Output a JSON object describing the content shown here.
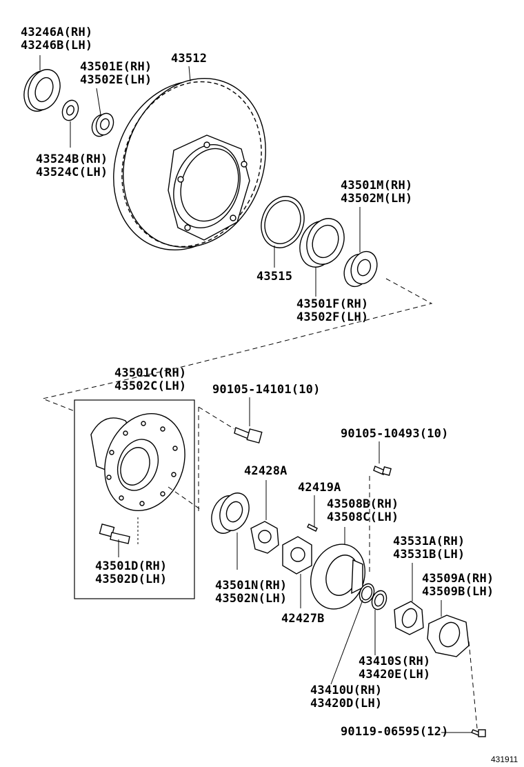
{
  "labels": {
    "p43246": [
      "43246A(RH)",
      "43246B(LH)"
    ],
    "p43501E": [
      "43501E(RH)",
      "43502E(LH)"
    ],
    "p43512": "43512",
    "p43524": [
      "43524B(RH)",
      "43524C(LH)"
    ],
    "p43501M": [
      "43501M(RH)",
      "43502M(LH)"
    ],
    "p43515": "43515",
    "p43501F": [
      "43501F(RH)",
      "43502F(LH)"
    ],
    "p43501C": [
      "43501C(RH)",
      "43502C(LH)"
    ],
    "p90105_14101": "90105-14101(10)",
    "p90105_10493": "90105-10493(10)",
    "p42428A": "42428A",
    "p42419A": "42419A",
    "p43508": [
      "43508B(RH)",
      "43508C(LH)"
    ],
    "p43531": [
      "43531A(RH)",
      "43531B(LH)"
    ],
    "p43509": [
      "43509A(RH)",
      "43509B(LH)"
    ],
    "p43501D": [
      "43501D(RH)",
      "43502D(LH)"
    ],
    "p43501N": [
      "43501N(RH)",
      "43502N(LH)"
    ],
    "p42427B": "42427B",
    "p43410S": [
      "43410S(RH)",
      "43420E(LH)"
    ],
    "p43410U": [
      "43410U(RH)",
      "43420D(LH)"
    ],
    "p90119_06595": "90119-06595(12)"
  },
  "figure_number": "431911"
}
